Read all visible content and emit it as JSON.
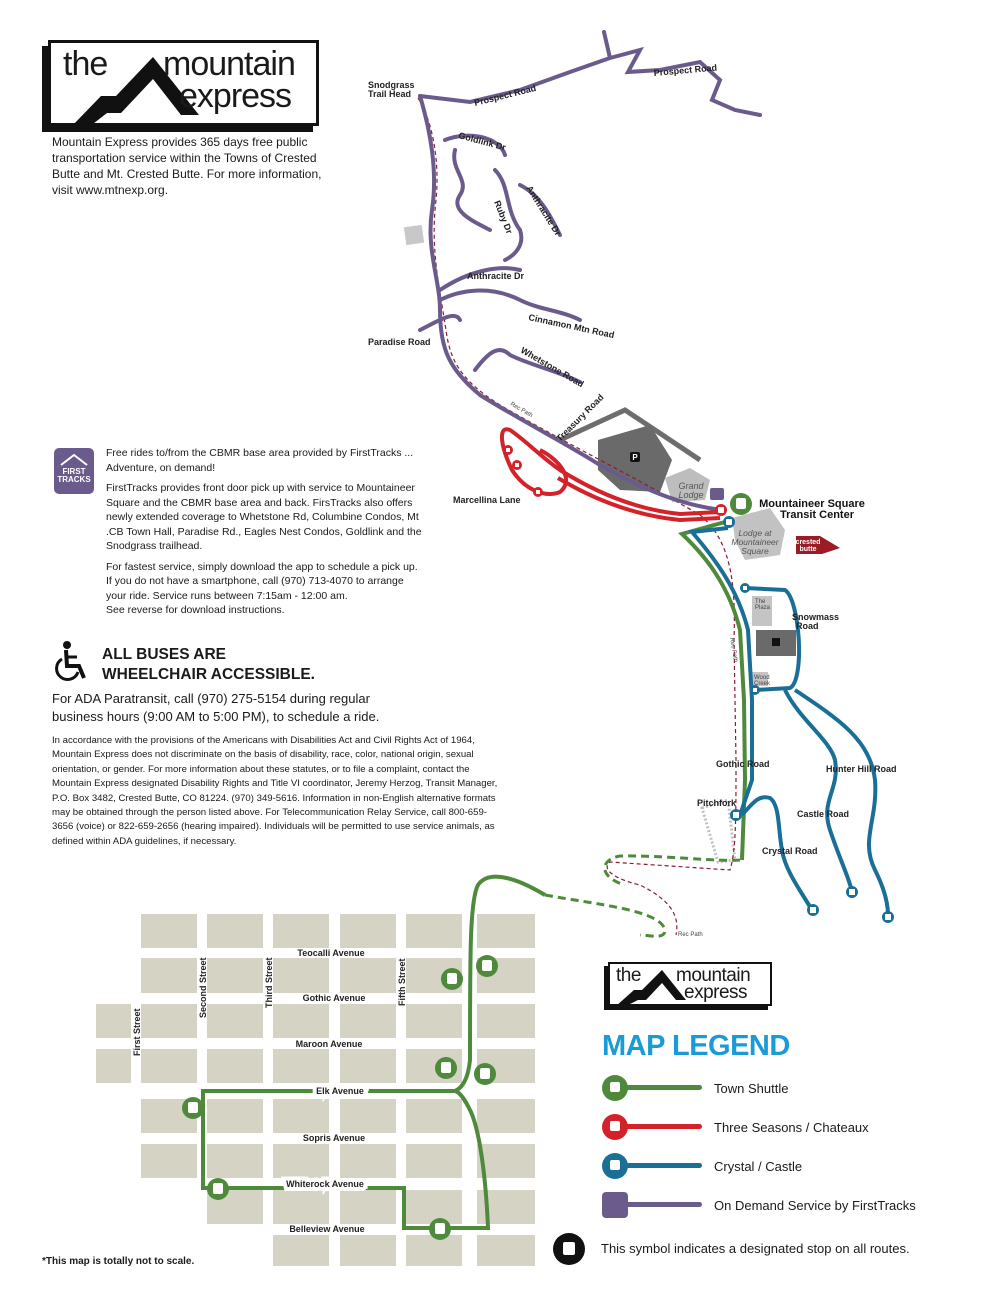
{
  "logo": {
    "word1": "the",
    "word2": "mountain",
    "word3": "express"
  },
  "intro": "Mountain Express provides 365 days free public transportation service within the Towns of Crested Butte and Mt. Crested Butte. For more information, visit www.mtnexp.org.",
  "firsttracks": {
    "badge_line1": "FIRST",
    "badge_line2": "TRACKS",
    "p1": "Free rides to/from the CBMR base area provided by FirstTracks ... Adventure, on demand!",
    "p2": "FirstTracks provides front door pick up with service to Mountaineer Square and the CBMR base area and back. FirsTracks also offers newly extended coverage to Whetstone Rd, Columbine Condos, Mt .CB Town Hall, Paradise Rd., Eagles Nest Condos, Goldlink and the Snodgrass trailhead.",
    "p3": "For fastest service, simply download the app to schedule a pick up. If you do not have a smartphone, call (970) 713-4070 to arrange your ride. Service runs between 7:15am - 12:00 am.",
    "p4": "See reverse for download instructions."
  },
  "ada": {
    "heading_line1": "ALL BUSES ARE",
    "heading_line2": "WHEELCHAIR ACCESSIBLE.",
    "paratransit": "For ADA Paratransit, call (970) 275-5154 during regular business hours (9:00 AM to 5:00 PM), to schedule a ride.",
    "notice": "In accordance with the provisions of the Americans with Disabilities Act and Civil Rights Act of 1964, Mountain Express does not discriminate on the basis of disability, race, color, national origin, sexual orientation, or gender. For more information about these statutes, or to file a complaint, contact the Mountain Express designated Disability Rights and Title VI coordinator, Jeremy Herzog, Transit Manager, P.O. Box 3482, Crested Butte, CO 81224. (970) 349-5616. Information in non-English alternative formats may be obtained through the person listed above. For Telecommunication Relay Service, call 800-659-3656 (voice) or 822-659-2656 (hearing impaired). Individuals will be permitted to use service animals, as defined within ADA guidelines, if necessary."
  },
  "disclaimer": "*This map is totally not to scale.",
  "map_labels": {
    "snodgrass1": "Snodgrass",
    "snodgrass2": "Trail Head",
    "prospect1": "Prospect Road",
    "prospect2": "Prospect Road",
    "goldlink": "Goldlink Dr",
    "anthracite_dr_diag": "Anthracite Dr",
    "ruby": "Ruby Dr",
    "anthracite_dr": "Anthracite Dr",
    "cinnamon": "Cinnamon Mtn Road",
    "paradise": "Paradise Road",
    "whetstone": "Whetstone Road",
    "rec_path1": "Rec Path",
    "treasury": "Treasury Road",
    "marcellina": "Marcellina Lane",
    "grand_lodge1": "Grand",
    "grand_lodge2": "Lodge",
    "transit1": "Mountaineer Square",
    "transit2": "Transit Center",
    "lodge1": "Lodge at",
    "lodge2": "Mountaineer",
    "lodge3": "Square",
    "crested1": "crested",
    "crested2": "butte",
    "snowmass1": "Snowmass",
    "snowmass2": "Road",
    "plaza1": "The",
    "plaza2": "Plaza",
    "wood1": "Wood",
    "wood2": "Creek",
    "rec_path2": "Rec Path",
    "gothic_road": "Gothic Road",
    "hunter_hill": "Hunter Hill Road",
    "pitchfork": "Pitchfork",
    "castle": "Castle Road",
    "crystal": "Crystal Road",
    "rec_path3": "Rec Path",
    "parking": "P",
    "teocalli": "Teocalli Avenue",
    "gothic_ave": "Gothic Avenue",
    "maroon": "Maroon Avenue",
    "elk": "Elk Avenue",
    "sopris": "Sopris Avenue",
    "whiterock": "Whiterock Avenue",
    "belleview": "Belleview Avenue",
    "first_st": "First Street",
    "second_st": "Second Street",
    "third_st": "Third Street",
    "fifth_st": "Fifth Street"
  },
  "legend": {
    "title": "MAP LEGEND",
    "items": [
      {
        "label": "Town Shuttle",
        "color": "#4f8a3c"
      },
      {
        "label": "Three Seasons / Chateaux",
        "color": "#d3222a"
      },
      {
        "label": "Crystal / Castle",
        "color": "#1a6f96"
      },
      {
        "label": "On Demand Service by FirstTracks",
        "color": "#6b5b8c"
      }
    ],
    "stop_label": "This symbol indicates a designated stop on all routes."
  }
}
